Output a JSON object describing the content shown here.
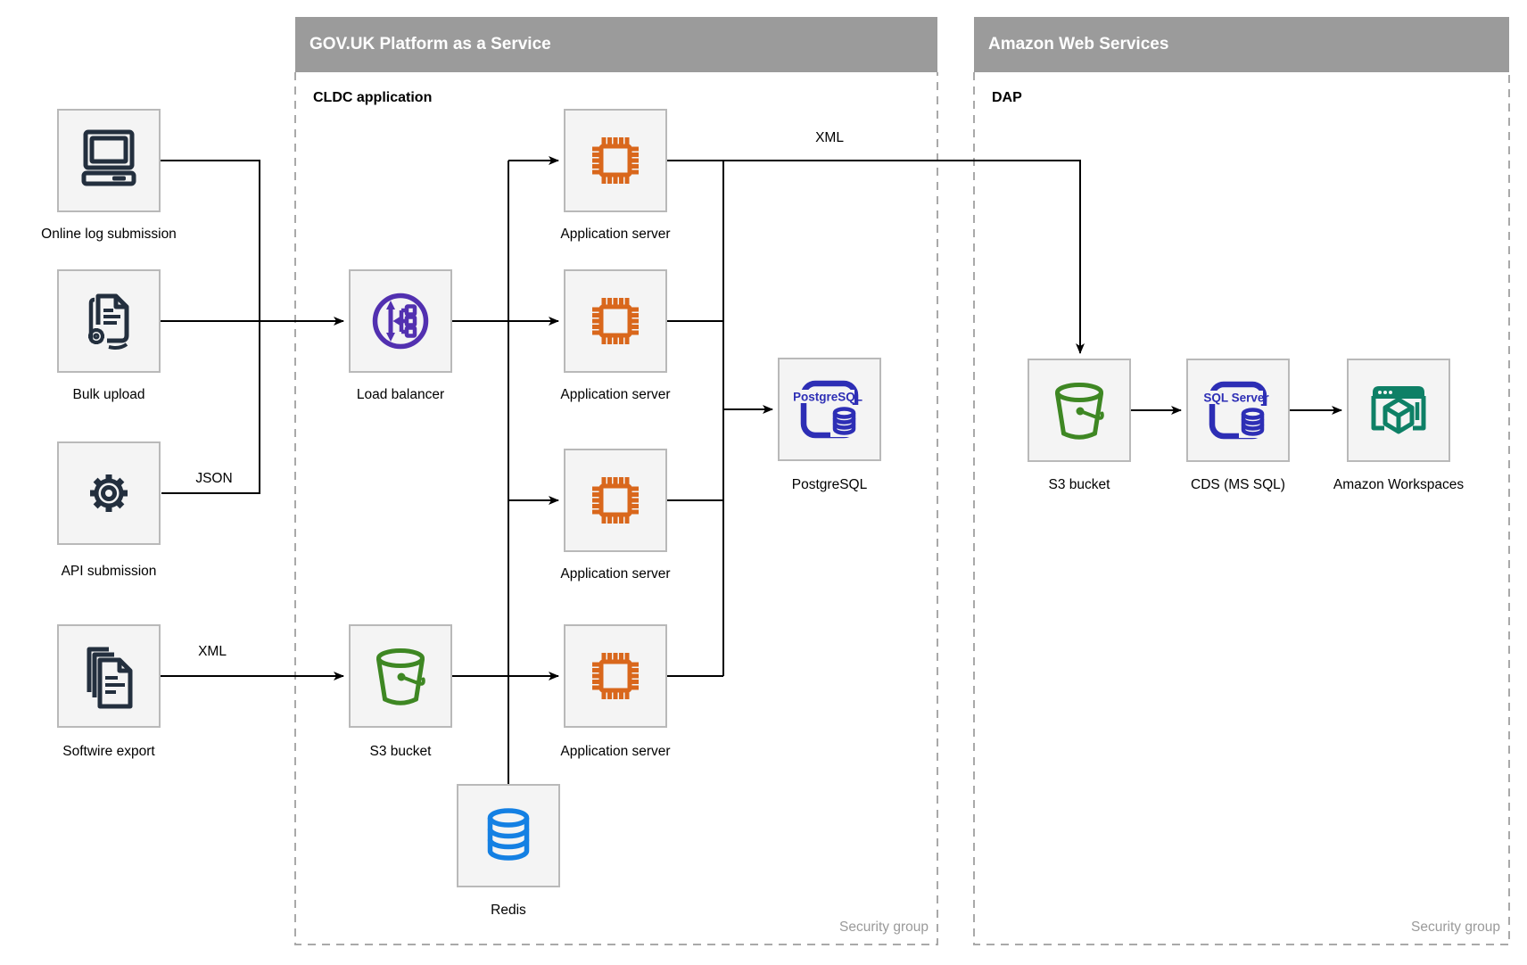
{
  "panels": {
    "paas": {
      "title": "GOV.UK Platform as a Service",
      "sublabel": "CLDC application",
      "footer": "Security group"
    },
    "aws": {
      "title": "Amazon Web Services",
      "sublabel": "DAP",
      "footer": "Security group"
    }
  },
  "nodes": {
    "online_log": {
      "label": "Online log submission",
      "icon": "desktop-computer-icon"
    },
    "bulk_upload": {
      "label": "Bulk upload",
      "icon": "document-gear-icon"
    },
    "api_submission": {
      "label": "API submission",
      "icon": "gear-icon"
    },
    "softwire_export": {
      "label": "Softwire export",
      "icon": "documents-stack-icon"
    },
    "load_balancer": {
      "label": "Load balancer",
      "icon": "load-balancer-icon"
    },
    "app_server_1": {
      "label": "Application server",
      "icon": "chip-icon"
    },
    "app_server_2": {
      "label": "Application server",
      "icon": "chip-icon"
    },
    "app_server_3": {
      "label": "Application server",
      "icon": "chip-icon"
    },
    "app_server_4": {
      "label": "Application server",
      "icon": "chip-icon"
    },
    "s3_paas": {
      "label": "S3 bucket",
      "icon": "s3-bucket-icon"
    },
    "redis": {
      "label": "Redis",
      "icon": "database-cylinder-icon"
    },
    "postgresql": {
      "label": "PostgreSQL",
      "icon_text": "PostgreSQL",
      "icon": "postgresql-icon"
    },
    "s3_aws": {
      "label": "S3 bucket",
      "icon": "s3-bucket-icon"
    },
    "cds": {
      "label": "CDS (MS SQL)",
      "icon_text": "SQL Server",
      "icon": "sql-server-icon"
    },
    "workspaces": {
      "label": "Amazon Workspaces",
      "icon": "workspaces-icon"
    }
  },
  "edge_labels": {
    "json": "JSON",
    "xml_softwire": "XML",
    "xml_to_dap": "XML"
  },
  "colors": {
    "header_bar": "#9b9b9b",
    "dashed_border": "#a9a9a9",
    "node_border": "#b9b9b9",
    "node_bg": "#f4f4f4",
    "source_dark": "#232f3e",
    "chip_orange": "#d9671c",
    "lb_purple": "#5230b0",
    "bucket_green": "#3e8723",
    "redis_blue": "#1480e3",
    "db_indigo": "#2d2eb5",
    "workspaces_teal": "#0e8066",
    "line": "#000000",
    "muted_text": "#9a9a9a"
  }
}
